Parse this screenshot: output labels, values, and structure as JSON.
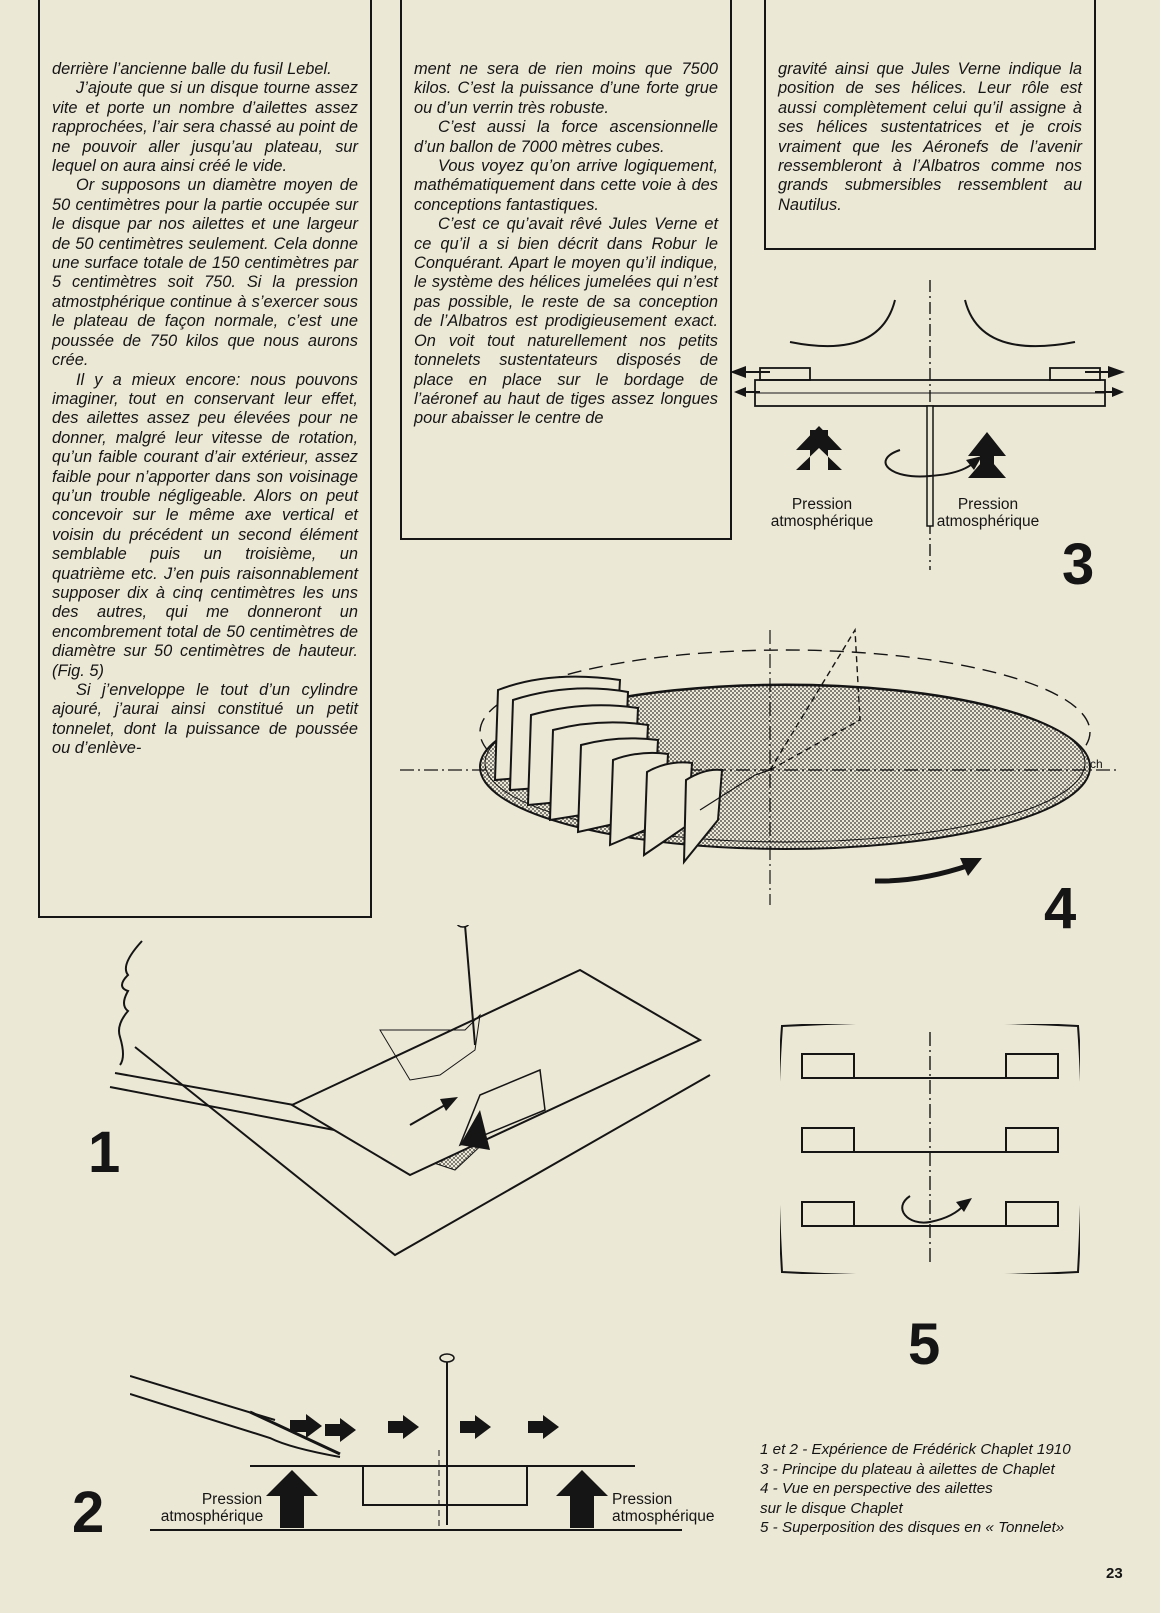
{
  "column1": {
    "paragraphs": [
      "derrière l’ancienne balle du fusil Lebel.",
      "J’ajoute que si un disque tourne assez vite et porte un nombre d’ailettes assez rapprochées, l’air sera chassé au point de ne pouvoir aller jusqu’au plateau, sur lequel on aura ainsi créé le vide.",
      "Or supposons un diamètre moyen de 50 centimètres pour la partie occupée sur le disque par nos ailettes et une largeur de 50 centimètres seulement. Cela donne une surface totale de 150 centimètres par 5 centimètres soit 750. Si la pression atmostphérique continue à s’exercer sous le plateau de façon normale, c’est une poussée de 750 kilos que nous aurons crée.",
      "Il y a mieux encore: nous pouvons imaginer, tout en conservant leur effet, des ailettes assez peu élevées pour ne donner, malgré leur vitesse de rotation, qu’un faible courant d’air extérieur, assez faible pour n’apporter dans son voisinage qu’un trouble négligeable. Alors on peut concevoir sur le même axe vertical et voisin du précédent un second élément semblable puis un troisième, un quatrième etc. J’en puis raisonnablement supposer dix à cinq centimètres les uns des autres, qui me donneront un encombrement total de 50 centimètres de diamètre sur 50 centimètres de hauteur. (Fig. 5)",
      "Si j’enveloppe le tout d’un cylindre ajouré, j’aurai ainsi constitué un petit tonnelet, dont la puissance de poussée ou d’enlève-"
    ]
  },
  "column2": {
    "paragraphs": [
      "ment ne sera de rien moins que 7500 kilos. C’est la puissance d’une forte grue ou d’un verrin très robuste.",
      "C’est aussi la force ascensionnelle d’un ballon de 7000 mètres cubes.",
      "Vous voyez qu’on arrive logiquement, mathématiquement dans cette voie à des conceptions fantastiques.",
      "C’est ce qu’avait rêvé Jules Verne et ce qu’il a si bien décrit dans Robur le Conquérant. Apart le moyen qu’il indique, le système des hélices jumelées qui n’est pas possible, le reste de sa conception de l’Albatros est prodigieusement exact. On voit tout naturellement nos petits tonnelets sustentateurs disposés de place en place sur le bordage de l’aéronef au haut de tiges assez longues pour abaisser le centre de"
    ]
  },
  "column3": {
    "paragraphs": [
      "gravité ainsi que Jules Verne indique la position de ses hélices. Leur rôle est aussi complètement celui qu’il assigne à ses hélices sustentatrices et je crois vraiment que les Aéronefs de l’avenir ressembleront à l’Albatros comme nos grands submersibles ressemblent au Nautilus."
    ]
  },
  "figures": {
    "fig1": {
      "number": "1"
    },
    "fig2": {
      "number": "2",
      "label_left": [
        "Pression",
        "atmosphérique"
      ],
      "label_right": [
        "Pression",
        "atmosphérique"
      ]
    },
    "fig3": {
      "number": "3",
      "label_left": [
        "Pression",
        "atmosphérique"
      ],
      "label_right": [
        "Pression",
        "atmosphérique"
      ]
    },
    "fig4": {
      "number": "4",
      "signature": "ch"
    },
    "fig5": {
      "number": "5"
    }
  },
  "caption": [
    "1 et 2 - Expérience de Frédérick Chaplet 1910",
    "3 - Principe du plateau à ailettes de Chaplet",
    "4 - Vue en perspective des ailettes",
    "sur le disque Chaplet",
    "5 - Superposition des disques en « Tonnelet»"
  ],
  "page_number": "23",
  "colors": {
    "paper": "#ece8d6",
    "ink": "#151515"
  }
}
